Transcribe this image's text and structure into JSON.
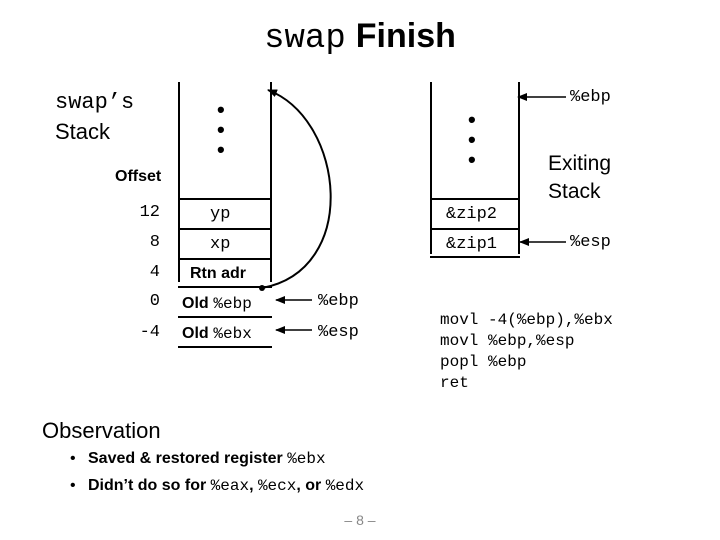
{
  "title": {
    "mono": "swap",
    "sans": "Finish"
  },
  "left_stack": {
    "heading_line1": "swap’s",
    "heading_line2": "Stack",
    "offset_header": "Offset",
    "rows": [
      {
        "offset": "12",
        "content": "yp"
      },
      {
        "offset": "8",
        "content": "xp"
      },
      {
        "offset": "4",
        "content": "Rtn adr"
      },
      {
        "offset": "0",
        "content_sans": "Old",
        "content_mono": "%ebp"
      },
      {
        "offset": "-4",
        "content_sans": "Old",
        "content_mono": "%ebx"
      }
    ],
    "pointer_ebp": "%ebp",
    "pointer_esp": "%esp"
  },
  "right_stack": {
    "rows": [
      "&zip2",
      "&zip1"
    ],
    "pointer_ebp": "%ebp",
    "pointer_esp": "%esp",
    "label_line1": "Exiting",
    "label_line2": "Stack"
  },
  "code": [
    "movl -4(%ebp),%ebx",
    "movl %ebp,%esp",
    "popl %ebp",
    "ret"
  ],
  "observation": {
    "heading": "Observation",
    "items": [
      {
        "text": "Saved & restored register ",
        "mono": "%ebx"
      },
      {
        "text": "Didn’t do so for ",
        "mono1": "%eax",
        "sep1": ", ",
        "mono2": "%ecx",
        "sep2": ", or ",
        "mono3": "%edx"
      }
    ]
  },
  "page_number": "– 8 –",
  "colors": {
    "foreground": "#000000",
    "background": "#ffffff",
    "page_number": "#888888"
  }
}
